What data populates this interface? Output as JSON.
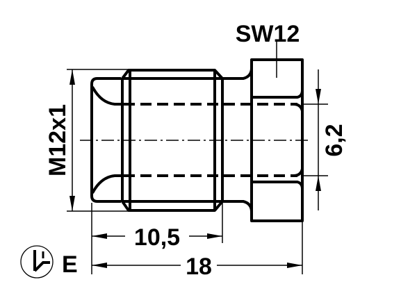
{
  "drawing": {
    "labels": {
      "thread": "M12x1",
      "wrench_size": "SW12",
      "bore": "6,2",
      "thread_length": "10,5",
      "total_length": "18",
      "material_code": "E"
    },
    "symbol": "material-symbol-icon",
    "color": "#000000"
  }
}
